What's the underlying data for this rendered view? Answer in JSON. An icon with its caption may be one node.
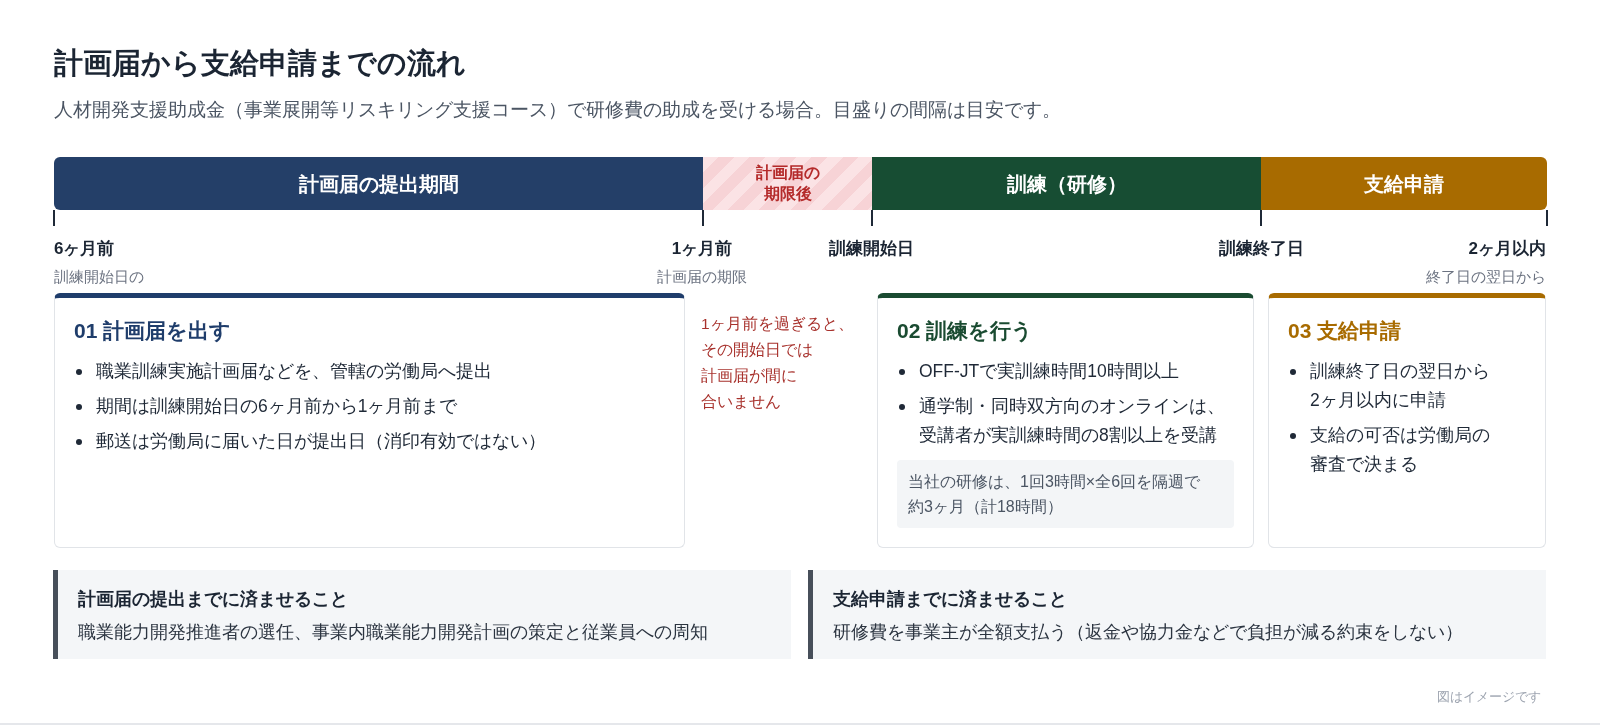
{
  "diagram": {
    "title": "計画届から支給申請までの流れ",
    "nodes": [
      {
        "text": [
          "計画届の提出期間"
        ]
      },
      {
        "text": [
          "計画届の期限後"
        ]
      },
      {
        "text": [
          "訓練（研修）"
        ]
      },
      {
        "text": [
          "支給申請"
        ]
      },
      {
        "text": [
          "01 計画届を出す",
          "職業訓練実施計画届などを、管轄の労働局へ提出",
          "期間は訓練開始日の6ヶ月前から1ヶ月前まで",
          "郵送は労働局に届いた日が提出日（消印有効ではない）"
        ]
      },
      {
        "text": [
          "02 訓練を行う",
          "OFF-JTで実訓練時間10時間以上",
          "通学制・同時双方向のオンラインは、受講者が実訓練時間の8割以上を受講"
        ]
      },
      {
        "text": [
          "当社の研修は、1回3時間×全6回を隔週で約3ヶ月（計18時間）"
        ],
        "in": 5
      },
      {
        "text": [
          "03 支給申請",
          "訓練終了日の翌日から2ヶ月以内に申請",
          "支給の可否は労働局の審査で決まる"
        ]
      },
      {
        "text": [
          "計画届の提出までに済ませること",
          "職業能力開発推進者の選任、事業内職業能力開発計画の策定と従業員への周知"
        ]
      },
      {
        "text": [
          "支給申請までに済ませること",
          "研修費を事業主が全額支払う（返金や協力金などで負担が減る約束をしない）"
        ]
      }
    ],
    "labels": [
      "人材開発支援助成金（事業展開等リスキリング支援コース）で研修費の助成を受ける場合。目盛りの間隔は目安です。",
      "6ヶ月前",
      "1ヶ月前",
      "訓練開始日",
      "訓練終了日",
      "2ヶ月以内",
      "訓練開始日の",
      "計画届の期限",
      "終了日の翌日から",
      "1ヶ月前を過ぎると、その開始日では計画届が間に合いません",
      "図はイメージです"
    ]
  }
}
